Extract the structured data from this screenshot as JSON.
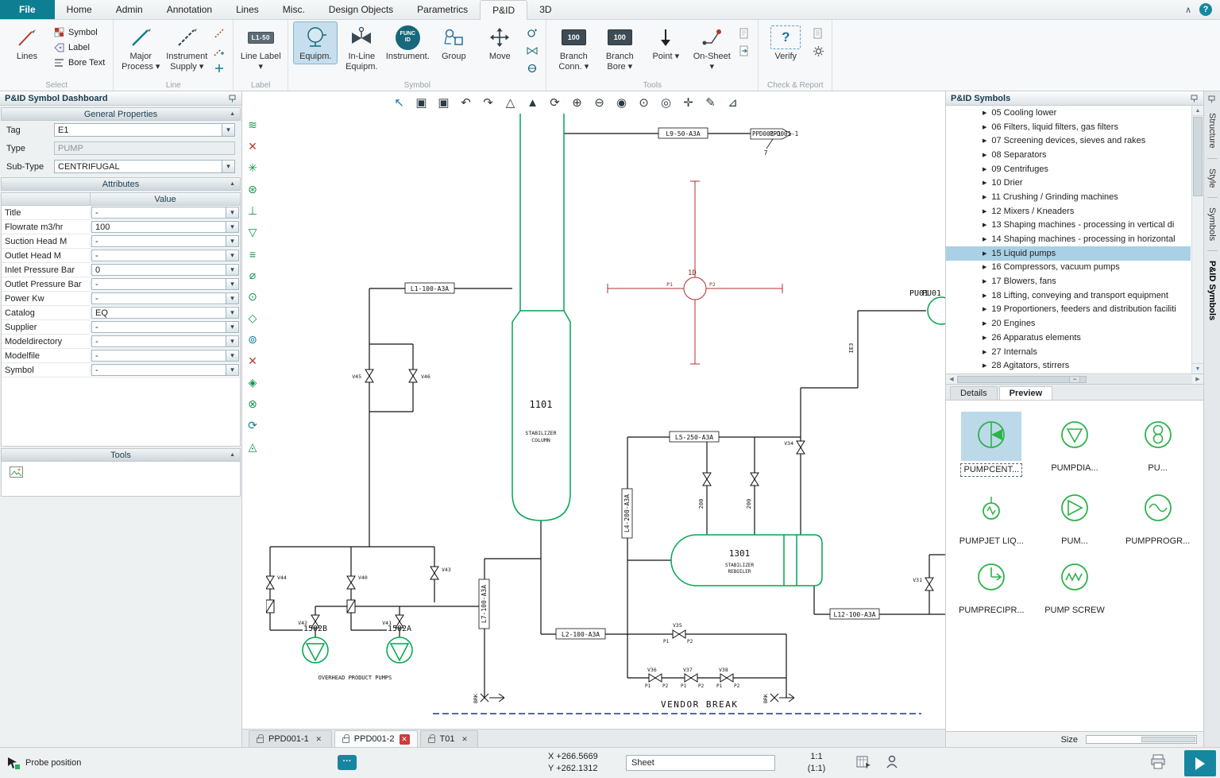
{
  "window": {
    "chevron_up": "∧",
    "help": "?"
  },
  "menubar": {
    "tabs": [
      "File",
      "Home",
      "Admin",
      "Annotation",
      "Lines",
      "Misc.",
      "Design Objects",
      "Parametrics",
      "P&ID",
      "3D"
    ]
  },
  "ribbon": {
    "groups": [
      "Select",
      "Line",
      "Label",
      "Symbol",
      "Tools",
      "Check & Report"
    ],
    "select": {
      "lines": "Lines",
      "symbol": "Symbol",
      "label": "Label",
      "bore": "Bore Text"
    },
    "line": {
      "major": "Major Process ▾",
      "supply": "Instrument Supply ▾"
    },
    "label": {
      "badge": "L1-50",
      "line_label": "Line Label ▾"
    },
    "symbol": {
      "equipm": "Equipm.",
      "inline": "In-Line Equipm.",
      "instrument": "Instrument.",
      "func1": "FUNC",
      "func2": "ID",
      "group": "Group",
      "move": "Move"
    },
    "tools": {
      "badge": "100",
      "branch_conn": "Branch Conn. ▾",
      "branch_bore": "Branch Bore ▾",
      "point": "Point ▾",
      "onsheet": "On-Sheet ▾"
    },
    "check": {
      "verify": "Verify"
    }
  },
  "dashboard": {
    "title": "P&ID Symbol Dashboard",
    "sections": {
      "general": "General Properties",
      "attributes": "Attributes",
      "tools": "Tools"
    },
    "fields": {
      "tag_label": "Tag",
      "tag_value": "E1",
      "type_label": "Type",
      "type_value": "PUMP",
      "subtype_label": "Sub-Type",
      "subtype_value": "CENTRIFUGAL"
    },
    "value_header": "Value",
    "attributes": [
      {
        "n": "Title",
        "v": "-"
      },
      {
        "n": "Flowrate m3/hr",
        "v": "100"
      },
      {
        "n": "Suction Head M",
        "v": "-"
      },
      {
        "n": "Outlet Head M",
        "v": "-"
      },
      {
        "n": "Inlet Pressure Bar",
        "v": "0"
      },
      {
        "n": "Outlet Pressure Bar",
        "v": "-"
      },
      {
        "n": "Power Kw",
        "v": "-"
      },
      {
        "n": "Catalog",
        "v": "EQ"
      },
      {
        "n": "Supplier",
        "v": "-"
      },
      {
        "n": "Modeldirectory",
        "v": "-"
      },
      {
        "n": "Modelfile",
        "v": "-"
      },
      {
        "n": "Symbol",
        "v": "-"
      }
    ]
  },
  "canvas": {
    "toolbar": [
      "↖",
      "▣",
      "▣",
      "↶",
      "↷",
      "△",
      "▲",
      "⟳",
      "⊕",
      "⊖",
      "◉",
      "⊙",
      "◎",
      "✛",
      "✎",
      "⊿"
    ],
    "left": [
      "≋",
      "✕",
      "✳",
      "⊛",
      "⊥",
      "▽",
      "≡",
      "⌀",
      "⊙",
      "◇",
      "⊚",
      "✕",
      "◈",
      "⊗",
      "⟳",
      "◬"
    ]
  },
  "diagram": {
    "p1": "P1",
    "p2": "P2",
    "labels": {
      "l9": "L9-50-A3A",
      "l1": "L1-100-A3A",
      "l5": "L5-250-A3A",
      "l4": "L4-200-A3A",
      "l2": "L2-100-A3A",
      "l12": "L12-100-A3A",
      "l7": "L7-100-A3A"
    },
    "flag": {
      "name": "PPD001-1",
      "sheet": "7"
    },
    "column": {
      "tag": "1101",
      "n1": "STABILIZER",
      "n2": "COLUMN"
    },
    "reboiler": {
      "tag": "1301",
      "n1": "STABILIZER",
      "n2": "REBOILER"
    },
    "pumps": {
      "b": "1502B",
      "a": "1502A",
      "caption": "OVERHEAD PRODUCT PUMPS"
    },
    "pu01": "PU01",
    "crosshair": "1D",
    "cv_size": "200",
    "vendor": "VENDOR BREAK",
    "brk": "BRK",
    "ie3": "IE3",
    "valves": {
      "v45": "V45",
      "v46": "V46",
      "v44": "V44",
      "v40": "V40",
      "v42": "V42",
      "v41": "V41",
      "v43": "V43",
      "v35": "V35",
      "v36": "V36",
      "v37": "V37",
      "v38": "V38",
      "v31": "V31",
      "v34": "V34"
    }
  },
  "doc_tabs": [
    "PPD001-1",
    "PPD001-2",
    "T01"
  ],
  "symbols_panel": {
    "title": "P&ID Symbols",
    "tree": [
      "05 Cooling lower",
      "06 Filters, liquid filters, gas filters",
      "07 Screening devices, sieves and rakes",
      "08 Separators",
      "09 Centrifuges",
      "10 Drier",
      "11 Crushing / Grinding machines",
      "12 Mixers / Kneaders",
      "13 Shaping machines - processing in vertical di",
      "14 Shaping machines - processing in horizontal",
      "15 Liquid pumps",
      "16 Compressors, vacuum pumps",
      "17 Blowers, fans",
      "18 Lifting, conveying and transport equipment",
      "19 Proportioners, feeders and distribution faciliti",
      "20 Engines",
      "26 Apparatus elements",
      "27 Internals",
      "28 Agitators, stirrers"
    ],
    "tabs": {
      "details": "Details",
      "preview": "Preview"
    },
    "previews": [
      "PUMPCENT...",
      "PUMPDIA...",
      "PU...",
      "PUMPJET LIQ...",
      "PUM...",
      "PUMPPROGR...",
      "PUMPRECIPR...",
      "PUMP SCREW"
    ],
    "size_label": "Size"
  },
  "side_tabs": [
    "Structure",
    "Style",
    "Symbols",
    "P&ID Symbols"
  ],
  "statusbar": {
    "probe": "Probe position",
    "x": "X +266.5669",
    "y": "Y +262.1312",
    "sheet": "Sheet",
    "scale_a": "1:1",
    "scale_b": "(1:1)"
  }
}
